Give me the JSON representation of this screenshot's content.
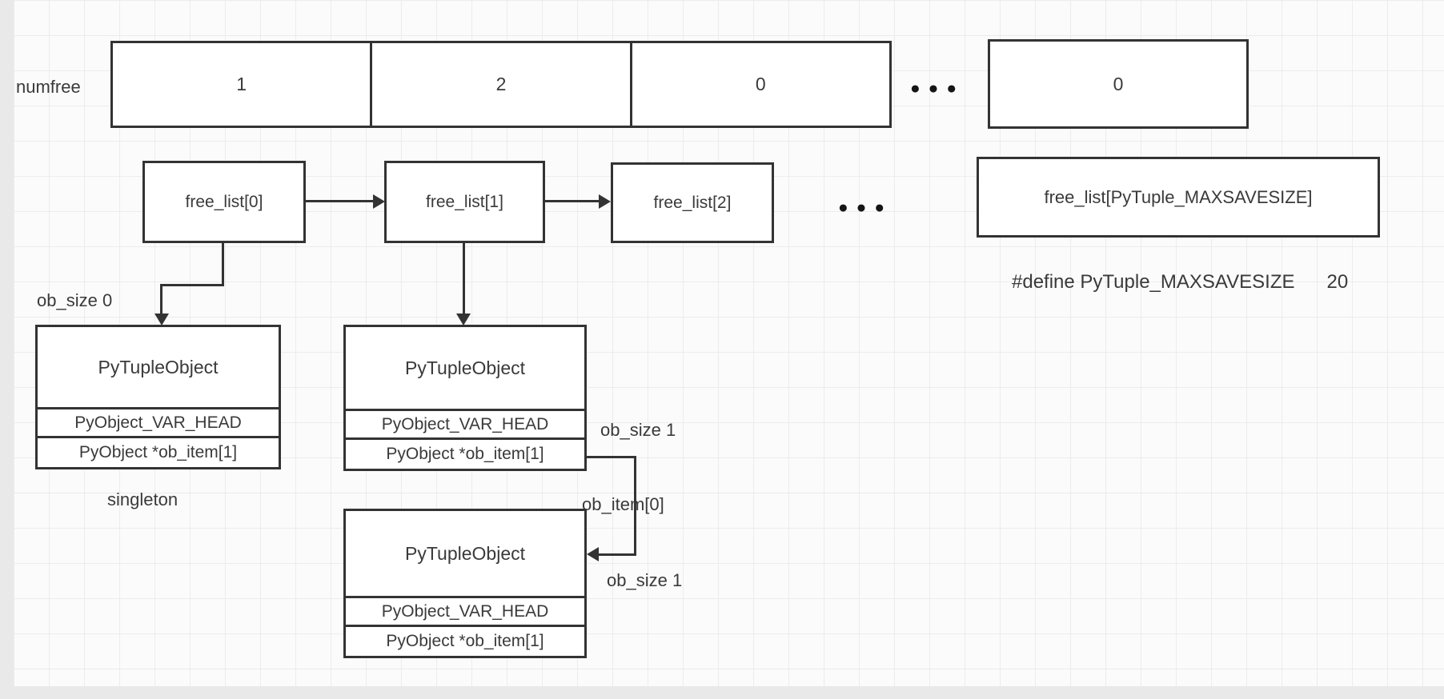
{
  "colors": {
    "stroke": "#333333",
    "text": "#3a3a3a",
    "canvas_bg": "#fbfbfb",
    "grid_line": "#ececec",
    "margin_bg": "#e9e9e9",
    "box_bg": "#ffffff"
  },
  "numfree_row": {
    "label": "numfree",
    "cells": [
      {
        "value": "1"
      },
      {
        "value": "2"
      },
      {
        "value": "0"
      }
    ],
    "ellipsis": "●●●",
    "tail_cell": {
      "value": "0"
    }
  },
  "freelist_row": {
    "boxes": [
      {
        "label": "free_list[0]"
      },
      {
        "label": "free_list[1]"
      },
      {
        "label": "free_list[2]"
      }
    ],
    "ellipsis": "●●●",
    "tail_box": {
      "label": "free_list[PyTuple_MAXSAVESIZE]"
    }
  },
  "define_note": "#define PyTuple_MAXSAVESIZE      20",
  "tuples": [
    {
      "title": "PyTupleObject",
      "row1": "PyObject_VAR_HEAD",
      "row2": "PyObject *ob_item[1]"
    },
    {
      "title": "PyTupleObject",
      "row1": "PyObject_VAR_HEAD",
      "row2": "PyObject *ob_item[1]"
    },
    {
      "title": "PyTupleObject",
      "row1": "PyObject_VAR_HEAD",
      "row2": "PyObject *ob_item[1]"
    }
  ],
  "annotations": {
    "ob_size_0": "ob_size 0",
    "singleton": "singleton",
    "ob_size_1_top": "ob_size 1",
    "ob_item_0": "ob_item[0]",
    "ob_size_1_bottom": "ob_size 1"
  }
}
